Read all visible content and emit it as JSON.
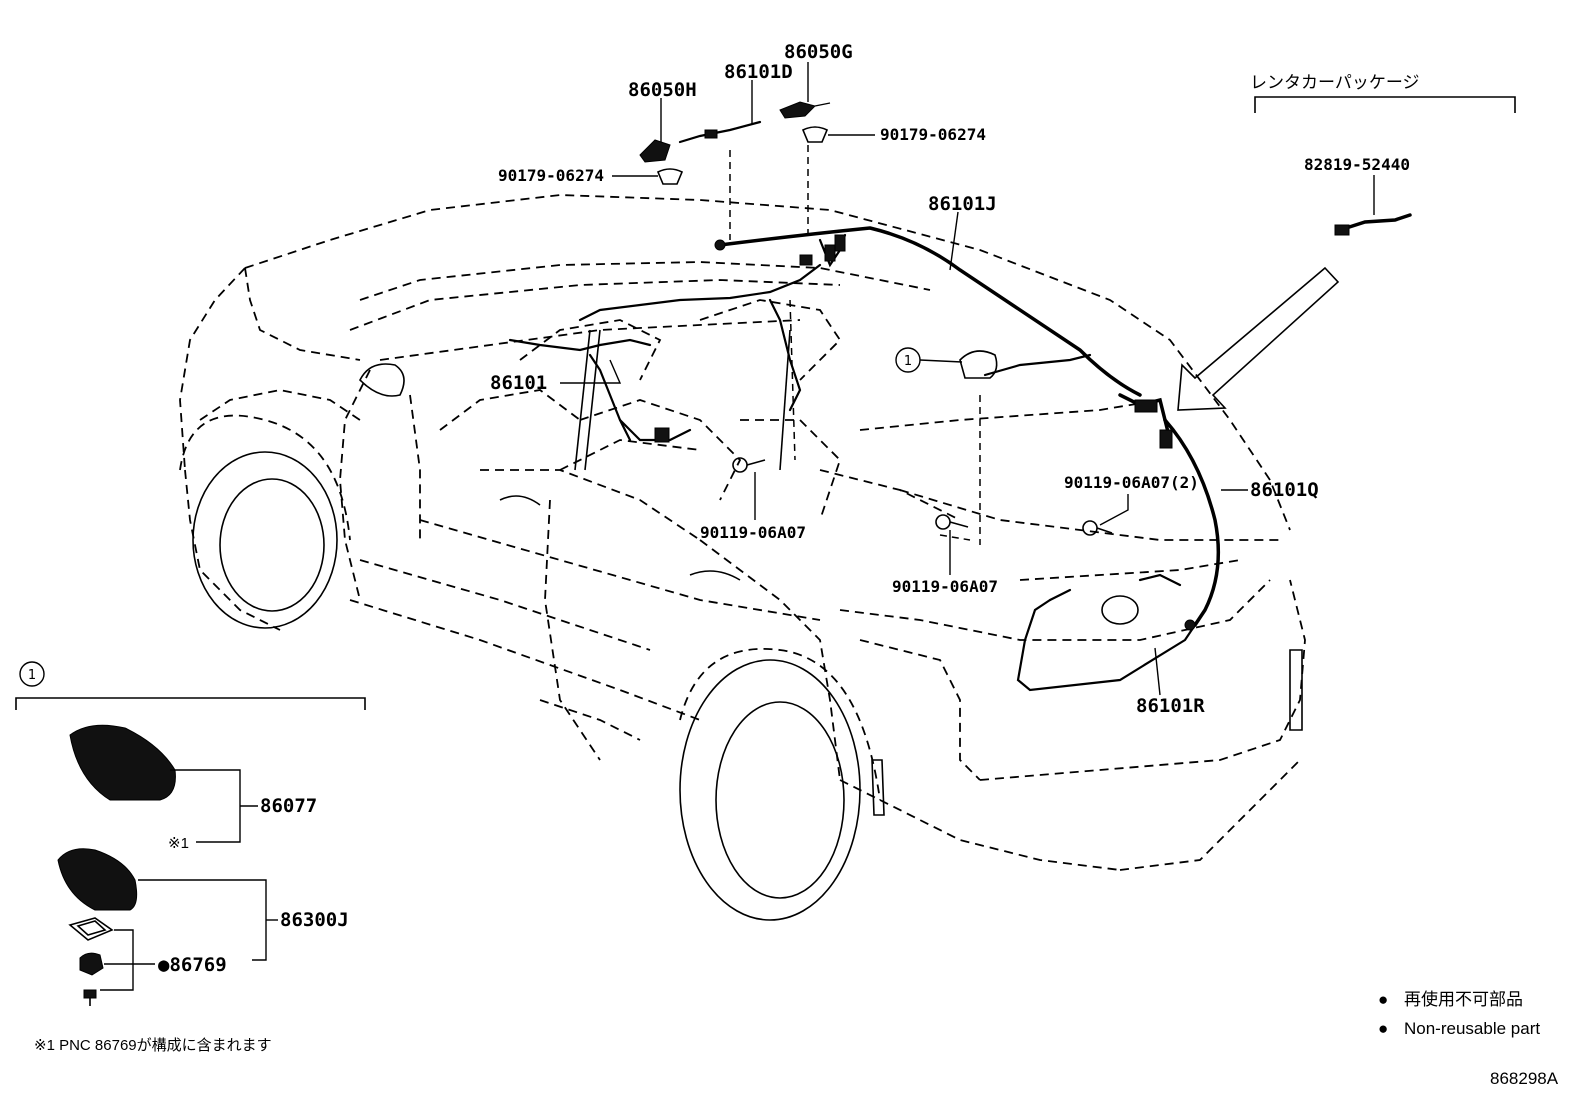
{
  "parts": {
    "p86050G": "86050G",
    "p86101D": "86101D",
    "p86050H": "86050H",
    "p90179_top_right": "90179-06274",
    "p90179_top_left": "90179-06274",
    "p86101J": "86101J",
    "p86101": "86101",
    "p86101Q": "86101Q",
    "p90119_2": "90119-06A07(2)",
    "p90119_center": "90119-06A07",
    "p90119_floor": "90119-06A07",
    "p86101R": "86101R",
    "p82819": "82819-52440",
    "p86077": "86077",
    "p86300J": "86300J",
    "p86769": "●86769"
  },
  "rental_package": {
    "label": "レンタカーパッケージ"
  },
  "callouts": {
    "ref1_on_car": "1",
    "ref1_inset": "1"
  },
  "inset": {
    "note_mark": "※1"
  },
  "legend": {
    "item1": "再使用不可部品",
    "item2": "Non-reusable part",
    "bullet": "●"
  },
  "footnote": "※1 PNC 86769が構成に含まれます",
  "diagram_id": "868298A"
}
